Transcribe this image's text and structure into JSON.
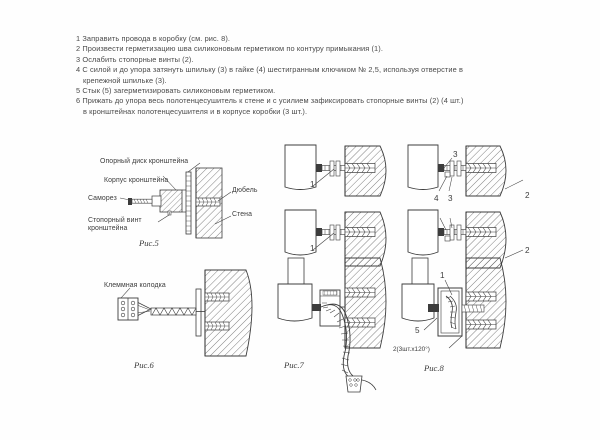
{
  "page": {
    "background": "#fefefe",
    "line_color": "#3c3c3c",
    "hatch_color": "#4a4a4a"
  },
  "instructions": [
    {
      "text": "1 Заправить провода в коробку (см. рис. 8).",
      "continuation": false
    },
    {
      "text": "2 Произвести герметизацию шва силиконовым герметиком по контуру примыкания (1).",
      "continuation": false
    },
    {
      "text": "3 Ослабить стопорные винты (2).",
      "continuation": false
    },
    {
      "text": "4 С силой и до упора затянуть шпильку (3) в гайке (4) шестигранным ключиком № 2,5, используя отверстие в",
      "continuation": false
    },
    {
      "text": "крепежной шпильке (3).",
      "continuation": true
    },
    {
      "text": "5 Стык (5) загерметизировать силиконовым герметиком.",
      "continuation": false
    },
    {
      "text": "6 Прижать до упора весь полотенцесушитель к стене и с усилием зафиксировать стопорные винты (2) (4 шт.)",
      "continuation": false
    },
    {
      "text": "в кронштейнах полотенцесушителя и в корпусе коробки (3 шт.).",
      "continuation": true
    }
  ],
  "figures": {
    "fig5": {
      "caption": "Рис.5",
      "labels": {
        "support_disc": "Опорный диск кронштейна",
        "bracket_body": "Корпус кронштейна",
        "self_tapping_screw": "Саморез",
        "locking_screw": "Стопорный винт\nкронштейна",
        "dowel": "Дюбель",
        "wall": "Стена"
      }
    },
    "fig6": {
      "caption": "Рис.6",
      "labels": {
        "terminal_block": "Клеммная колодка"
      }
    },
    "fig7": {
      "caption": "Рис.7",
      "callouts": [
        "1",
        "1"
      ]
    },
    "fig8": {
      "caption": "Рис.8",
      "callouts": [
        "3",
        "2",
        "4",
        "3",
        "2",
        "1",
        "5"
      ],
      "note": "2(3шт.х120°)"
    }
  }
}
